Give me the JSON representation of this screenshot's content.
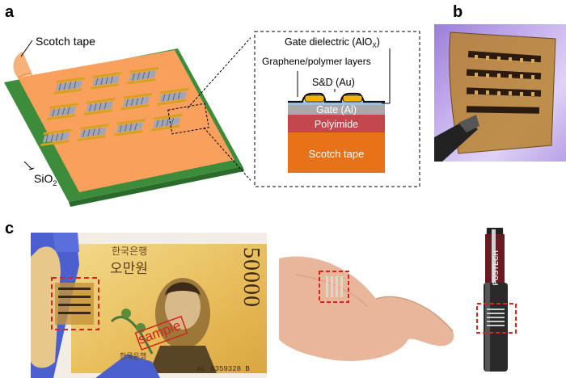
{
  "panels": {
    "a": "a",
    "b": "b",
    "c": "c"
  },
  "schematic": {
    "scotch_tape_label": "Scotch tape",
    "sio2_label": "SiO",
    "sio2_sub": "2"
  },
  "stack": {
    "gate_dielectric_prefix": "Gate dielectric (AlO",
    "gate_dielectric_sub": "X",
    "gate_dielectric_suffix": ")",
    "graphene_label": "Graphene/polymer layers",
    "sd_label": "S&D (Au)",
    "gate_label": "Gate (Al)",
    "polyimide_label": "Polyimide",
    "tape_label": "Scotch tape"
  },
  "banknote": {
    "denomination": "50000",
    "bank_name": "한국은행",
    "value_text": "오만원",
    "sample_stamp": "sample",
    "serial": "AL 0359328 B",
    "bottom_bank": "한국은행"
  },
  "pen": {
    "brand": "POSTECH"
  },
  "colors": {
    "tape_orange": "#f9a05c",
    "substrate_green": "#3c8c3c",
    "gold": "#d4a21c",
    "gate_grey": "#a9a9a9",
    "polyimide_red": "#c3474c",
    "tape_layer_orange": "#e8721a",
    "dielectric_blue": "#9cc3e6",
    "highlight_red": "#e02020"
  }
}
